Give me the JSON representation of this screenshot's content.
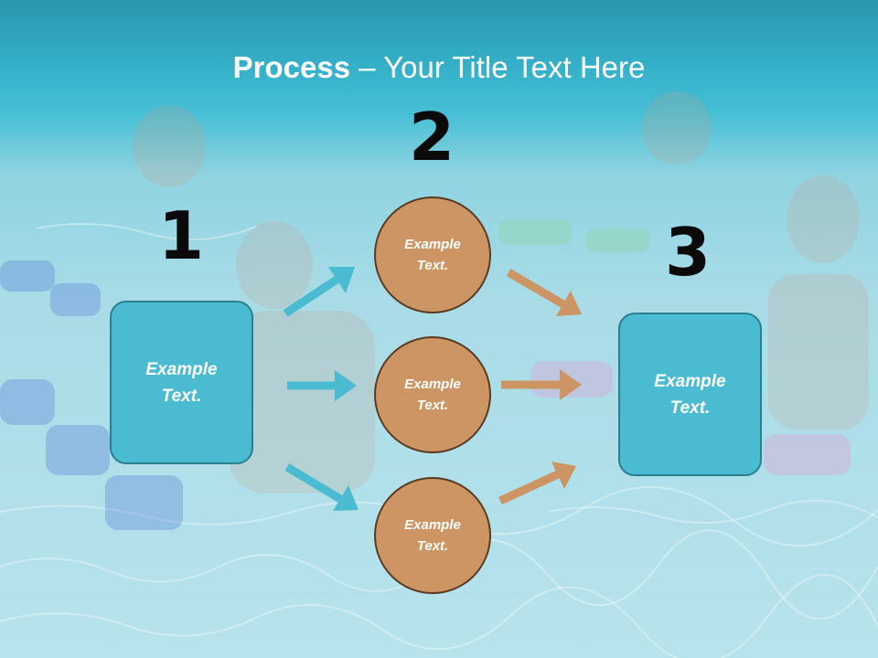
{
  "slide": {
    "title_bold": "Process",
    "title_rest": " – Your Title Text Here"
  },
  "steps": {
    "one": "1",
    "two": "2",
    "three": "3"
  },
  "nodes": {
    "left_box": "Example Text.",
    "circle_top": "Example Text.",
    "circle_middle": "Example Text.",
    "circle_bottom": "Example Text.",
    "right_box": "Example Text."
  },
  "colors": {
    "box_fill": "#4bbbd2",
    "circle_fill": "#cc9563",
    "arrow_blue": "#4bbbd2",
    "arrow_brown": "#cc9563"
  }
}
